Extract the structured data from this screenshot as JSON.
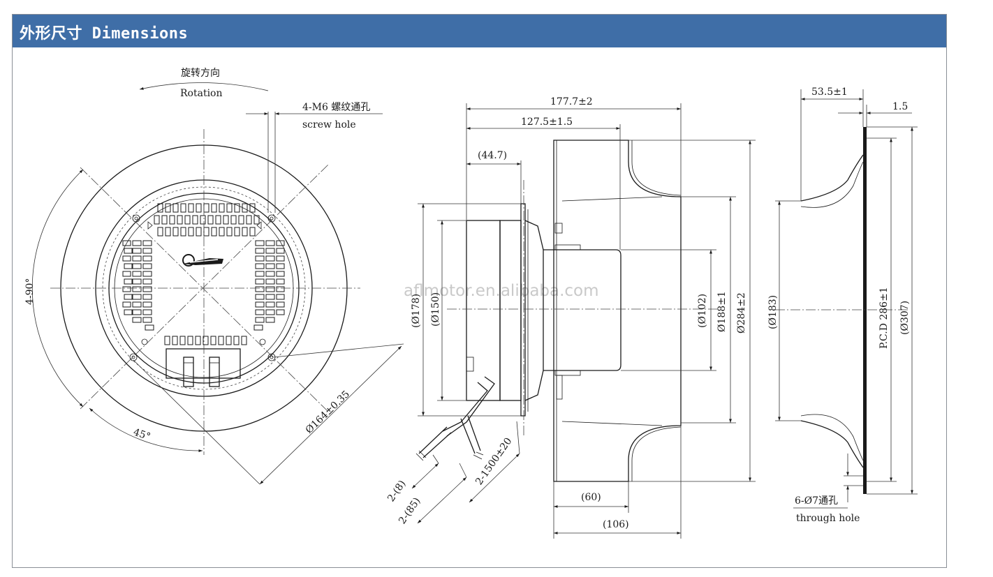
{
  "header": {
    "title": "外形尺寸 Dimensions"
  },
  "watermark": "aflmotor.en.alibaba.com",
  "labels": {
    "rotation_cn": "旋转方向",
    "rotation_en": "Rotation",
    "screw_cn": "4-M6 螺纹通孔",
    "screw_en": "screw hole",
    "angle_4x90": "4-90°",
    "angle_45": "45°",
    "dia_164": "Ø164±0.35",
    "dia_178": "(Ø178)",
    "dia_150": "(Ø150)",
    "len_177": "177.7±2",
    "len_127": "127.5±1.5",
    "len_44": "(44.7)",
    "dia_102": "(Ø102)",
    "dia_188": "Ø188±1",
    "dia_284": "Ø284±2",
    "len_60": "(60)",
    "len_106": "(106)",
    "cable_8": "2-(8)",
    "cable_85": "2-(85)",
    "cable_1500": "2-1500±20",
    "len_53": "53.5±1",
    "len_1_5": "1.5",
    "dia_183": "(Ø183)",
    "pcd_286": "P.C.D 286±1",
    "dia_307": "(Ø307)",
    "hole_cn": "6-Ø7通孔",
    "hole_en": "through hole"
  }
}
